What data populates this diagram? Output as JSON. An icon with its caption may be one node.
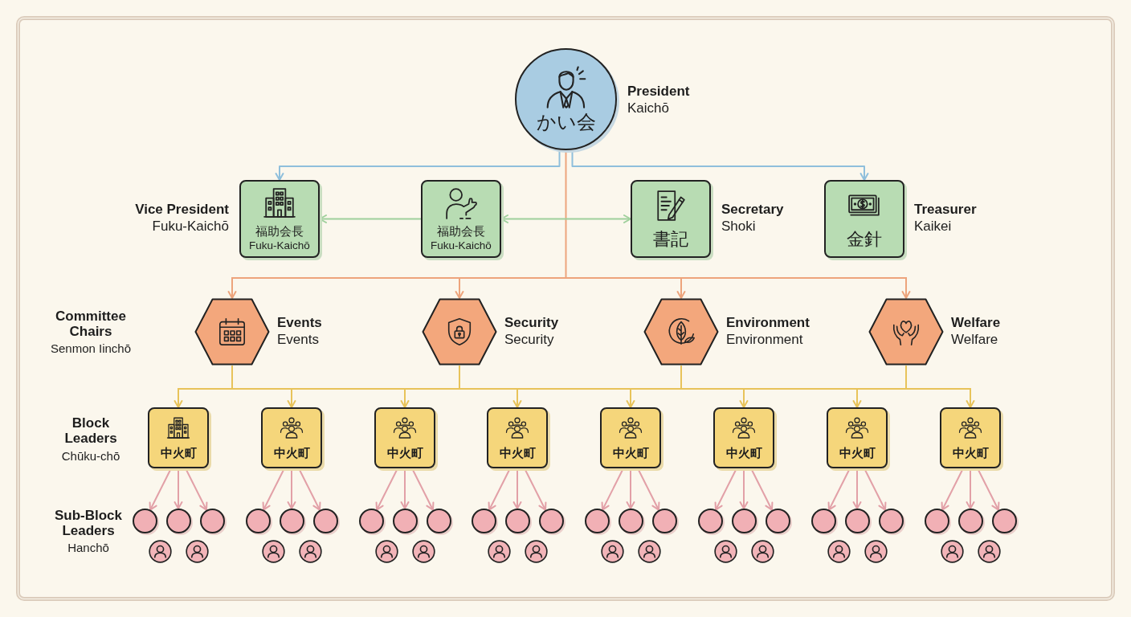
{
  "diagram": {
    "nodes": [
      {
        "text": [
          "かい会"
        ],
        "beside": [
          "President",
          "Kaichō"
        ]
      },
      {
        "text": [
          "福助会長",
          "Fuku-Kaichō"
        ],
        "beside": [
          "Vice President",
          "Fuku-Kaichō"
        ]
      },
      {
        "text": [
          "福助会長",
          "Fuku-Kaichō"
        ]
      },
      {
        "text": [
          "書記"
        ],
        "beside": [
          "Secretary",
          "Shoki"
        ]
      },
      {
        "text": [
          "金針"
        ],
        "beside": [
          "Treasurer",
          "Kaikei"
        ]
      },
      {
        "text": [],
        "shape": "hexagon",
        "beside": [
          "Events",
          "Events"
        ]
      },
      {
        "text": [],
        "shape": "hexagon",
        "beside": [
          "Security",
          "Security"
        ]
      },
      {
        "text": [],
        "shape": "hexagon",
        "beside": [
          "Environment",
          "Environment"
        ]
      },
      {
        "text": [],
        "shape": "hexagon",
        "beside": [
          "Welfare",
          "Welfare"
        ]
      },
      {
        "text": [
          "中火町"
        ]
      },
      {
        "text": [
          "中火町"
        ]
      },
      {
        "text": [
          "中火町"
        ]
      },
      {
        "text": [
          "中火町"
        ]
      },
      {
        "text": [
          "中火町"
        ]
      },
      {
        "text": [
          "中火町"
        ]
      },
      {
        "text": [
          "中火町"
        ]
      },
      {
        "text": [
          "中火町"
        ]
      },
      {
        "text": [],
        "shape": "circle"
      },
      {
        "text": [],
        "shape": "circle"
      },
      {
        "text": [],
        "shape": "circle"
      },
      {
        "text": [],
        "shape": "circle"
      },
      {
        "text": [],
        "shape": "circle"
      },
      {
        "text": [],
        "shape": "circle"
      },
      {
        "text": [],
        "shape": "circle"
      },
      {
        "text": [],
        "shape": "circle"
      },
      {
        "text": [],
        "shape": "circle"
      },
      {
        "text": [],
        "shape": "circle"
      },
      {
        "text": [],
        "shape": "circle"
      },
      {
        "text": [],
        "shape": "circle"
      },
      {
        "text": [],
        "shape": "circle"
      },
      {
        "text": [],
        "shape": "circle"
      },
      {
        "text": [],
        "shape": "circle"
      },
      {
        "text": [],
        "shape": "circle"
      },
      {
        "text": [],
        "shape": "circle"
      },
      {
        "text": [],
        "shape": "circle"
      },
      {
        "text": [],
        "shape": "circle"
      },
      {
        "text": [],
        "shape": "circle"
      },
      {
        "text": [],
        "shape": "circle"
      },
      {
        "text": [],
        "shape": "circle"
      },
      {
        "text": [],
        "shape": "circle"
      },
      {
        "text": [],
        "shape": "circle"
      }
    ],
    "edges": [
      {
        "from": 0,
        "to": 1,
        "arrow": "to",
        "color": "#8fbfdc"
      },
      {
        "from": 0,
        "to": 4,
        "arrow": "to",
        "color": "#8fbfdc"
      },
      {
        "from": 2,
        "to": 1,
        "arrow": "to",
        "color": "#9fd09c"
      },
      {
        "from": 2,
        "to": 3,
        "arrow": "both",
        "color": "#9fd09c"
      },
      {
        "from": 0,
        "to": 5,
        "arrow": "to",
        "color": "#eda47c"
      },
      {
        "from": 0,
        "to": 6,
        "arrow": "to",
        "color": "#eda47c"
      },
      {
        "from": 0,
        "to": 7,
        "arrow": "to",
        "color": "#eda47c"
      },
      {
        "from": 0,
        "to": 8,
        "arrow": "to",
        "color": "#eda47c"
      },
      {
        "from": 5,
        "to": 9,
        "arrow": "to",
        "color": "#e8c35a"
      },
      {
        "from": 5,
        "to": 10,
        "arrow": "to",
        "color": "#e8c35a"
      },
      {
        "from": 6,
        "to": 11,
        "arrow": "to",
        "color": "#e8c35a"
      },
      {
        "from": 6,
        "to": 12,
        "arrow": "to",
        "color": "#e8c35a"
      },
      {
        "from": 7,
        "to": 13,
        "arrow": "to",
        "color": "#e8c35a"
      },
      {
        "from": 7,
        "to": 14,
        "arrow": "to",
        "color": "#e8c35a"
      },
      {
        "from": 8,
        "to": 15,
        "arrow": "to",
        "color": "#e8c35a"
      },
      {
        "from": 8,
        "to": 16,
        "arrow": "to",
        "color": "#e8c35a"
      },
      {
        "from": 9,
        "to": 17,
        "arrow": "to"
      },
      {
        "from": 9,
        "to": 18,
        "arrow": "to"
      },
      {
        "from": 9,
        "to": 19,
        "arrow": "to"
      },
      {
        "from": 10,
        "to": 20,
        "arrow": "to"
      },
      {
        "from": 10,
        "to": 21,
        "arrow": "to"
      },
      {
        "from": 10,
        "to": 22,
        "arrow": "to"
      },
      {
        "from": 11,
        "to": 23,
        "arrow": "to"
      },
      {
        "from": 11,
        "to": 24,
        "arrow": "to"
      },
      {
        "from": 11,
        "to": 25,
        "arrow": "to"
      },
      {
        "from": 12,
        "to": 26,
        "arrow": "to"
      },
      {
        "from": 12,
        "to": 27,
        "arrow": "to"
      },
      {
        "from": 12,
        "to": 28,
        "arrow": "to"
      },
      {
        "from": 13,
        "to": 29,
        "arrow": "to"
      },
      {
        "from": 13,
        "to": 30,
        "arrow": "to"
      },
      {
        "from": 13,
        "to": 31,
        "arrow": "to"
      },
      {
        "from": 14,
        "to": 32,
        "arrow": "to"
      },
      {
        "from": 14,
        "to": 33,
        "arrow": "to"
      },
      {
        "from": 14,
        "to": 34,
        "arrow": "to"
      },
      {
        "from": 15,
        "to": 35,
        "arrow": "to"
      },
      {
        "from": 15,
        "to": 36,
        "arrow": "to"
      },
      {
        "from": 15,
        "to": 37,
        "arrow": "to"
      },
      {
        "from": 16,
        "to": 38,
        "arrow": "to"
      },
      {
        "from": 16,
        "to": 39,
        "arrow": "to"
      },
      {
        "from": 16,
        "to": 40,
        "arrow": "to"
      }
    ],
    "labels": [
      "Committee Chairs",
      "Senmon Iinchō",
      "Block Leaders",
      "Chūku-chō",
      "Sub-Block Leaders",
      "Hanchō"
    ]
  }
}
